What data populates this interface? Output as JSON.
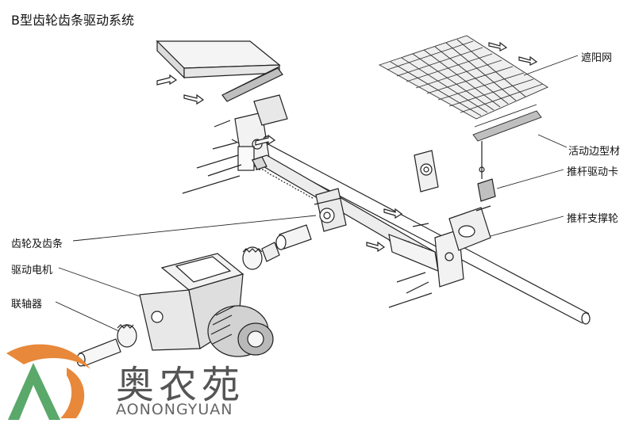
{
  "title": "B型齿轮齿条驱动系统",
  "labels": {
    "shade_net": "遮阳网",
    "movable_profile": "活动边型材",
    "push_rod_clamp": "推杆驱动卡",
    "push_rod_support_wheel": "推杆支撑轮",
    "gear_and_rack": "齿轮及齿条",
    "drive_motor": "驱动电机",
    "coupling": "联轴器"
  },
  "logo": {
    "cn": "奥农苑",
    "en": "AONONGYUAN",
    "colors": {
      "orange": "#e8883a",
      "green": "#5aa86a",
      "gray": "#666666"
    }
  }
}
